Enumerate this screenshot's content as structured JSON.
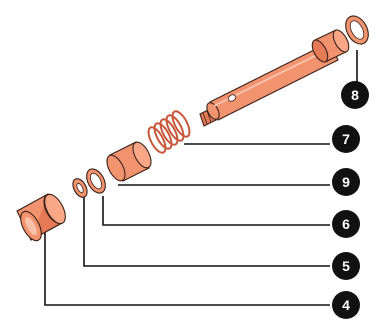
{
  "colors": {
    "part_fill": "#f2936f",
    "part_light": "#f9c1a8",
    "part_dark": "#c8573a",
    "outline": "#3a2218",
    "callout": "#111111",
    "callout_text": "#ffffff"
  },
  "callouts": [
    {
      "id": "8",
      "label": "8"
    },
    {
      "id": "7",
      "label": "7"
    },
    {
      "id": "9",
      "label": "9"
    },
    {
      "id": "6",
      "label": "6"
    },
    {
      "id": "5",
      "label": "5"
    },
    {
      "id": "4",
      "label": "4"
    }
  ]
}
